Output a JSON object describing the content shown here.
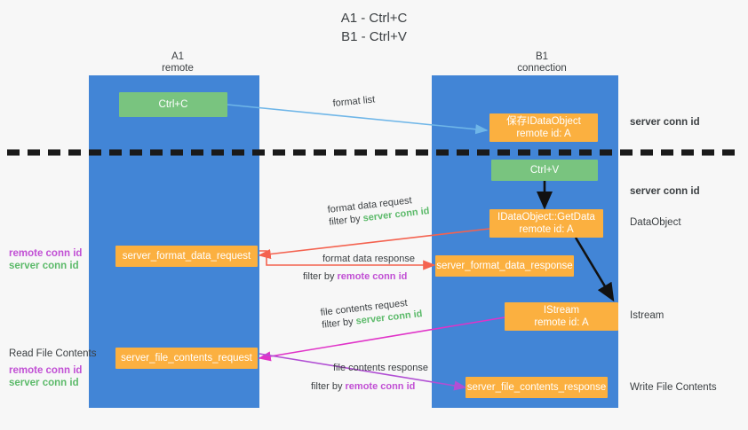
{
  "title": {
    "line1": "A1 - Ctrl+C",
    "line2": "B1 - Ctrl+V"
  },
  "colors": {
    "lane": "#4285d6",
    "green_node": "#79c47f",
    "orange_node": "#fbb040",
    "green_text": "#5cba6a",
    "purple_text": "#c14fd4",
    "text": "#3c4043",
    "divider": "#1a1a1a",
    "arrow_blue": "#6fb6e8",
    "arrow_red": "#f4624f",
    "arrow_black": "#111111",
    "arrow_magenta": "#e033c8",
    "arrow_purple": "#b14fd4",
    "background": "#f7f7f7"
  },
  "columns": [
    {
      "name": "A1",
      "subtitle": "remote"
    },
    {
      "name": "B1",
      "subtitle": "connection"
    }
  ],
  "nodes": {
    "ctrl_c": {
      "label": "Ctrl+C",
      "kind": "green"
    },
    "save_idataobject": {
      "label": "保存IDataObject",
      "sub": "remote id: A",
      "kind": "orange"
    },
    "ctrl_v": {
      "label": "Ctrl+V",
      "kind": "green"
    },
    "getdata": {
      "label": "IDataObject::GetData",
      "sub": "remote id: A",
      "kind": "orange"
    },
    "format_data_request": {
      "label": "server_format_data_request",
      "kind": "orange"
    },
    "format_data_response": {
      "label": "server_format_data_response",
      "kind": "orange"
    },
    "istream": {
      "label": "IStream",
      "sub": "remote id: A",
      "kind": "orange"
    },
    "file_contents_request": {
      "label": "server_file_contents_request",
      "kind": "orange"
    },
    "file_contents_response": {
      "label": "server_file_contents_response",
      "kind": "orange"
    }
  },
  "edges": [
    {
      "caption": "format list"
    },
    {
      "caption": "format data request",
      "filter_prefix": "filter by ",
      "filter_value": "server conn id",
      "filter_color": "green"
    },
    {
      "caption": "format data response",
      "filter_prefix": "filter by ",
      "filter_value": "remote conn id",
      "filter_color": "purple"
    },
    {
      "caption": "file contents request",
      "filter_prefix": "filter by ",
      "filter_value": "server conn id",
      "filter_color": "green"
    },
    {
      "caption": "file contents response",
      "filter_prefix": "filter by ",
      "filter_value": "remote conn id",
      "filter_color": "purple"
    }
  ],
  "edge_text": {
    "format_list": "format list",
    "format_data_request": "format data request",
    "format_data_response": "format data response",
    "file_contents_request": "file contents request",
    "file_contents_response": "file contents response",
    "filter_by": "filter by ",
    "server_conn_id": "server conn id",
    "remote_conn_id": "remote conn id"
  },
  "right_labels": {
    "server_conn_id_top": "server conn id",
    "server_conn_id_mid": "server conn id",
    "dataobject": "DataObject",
    "istream": "Istream",
    "write_file_contents": "Write File Contents"
  },
  "left_labels": {
    "remote_conn_id_1": "remote conn id",
    "server_conn_id_1": "server conn id",
    "read_file_contents": "Read File Contents",
    "remote_conn_id_2": "remote conn id",
    "server_conn_id_2": "server conn id"
  }
}
